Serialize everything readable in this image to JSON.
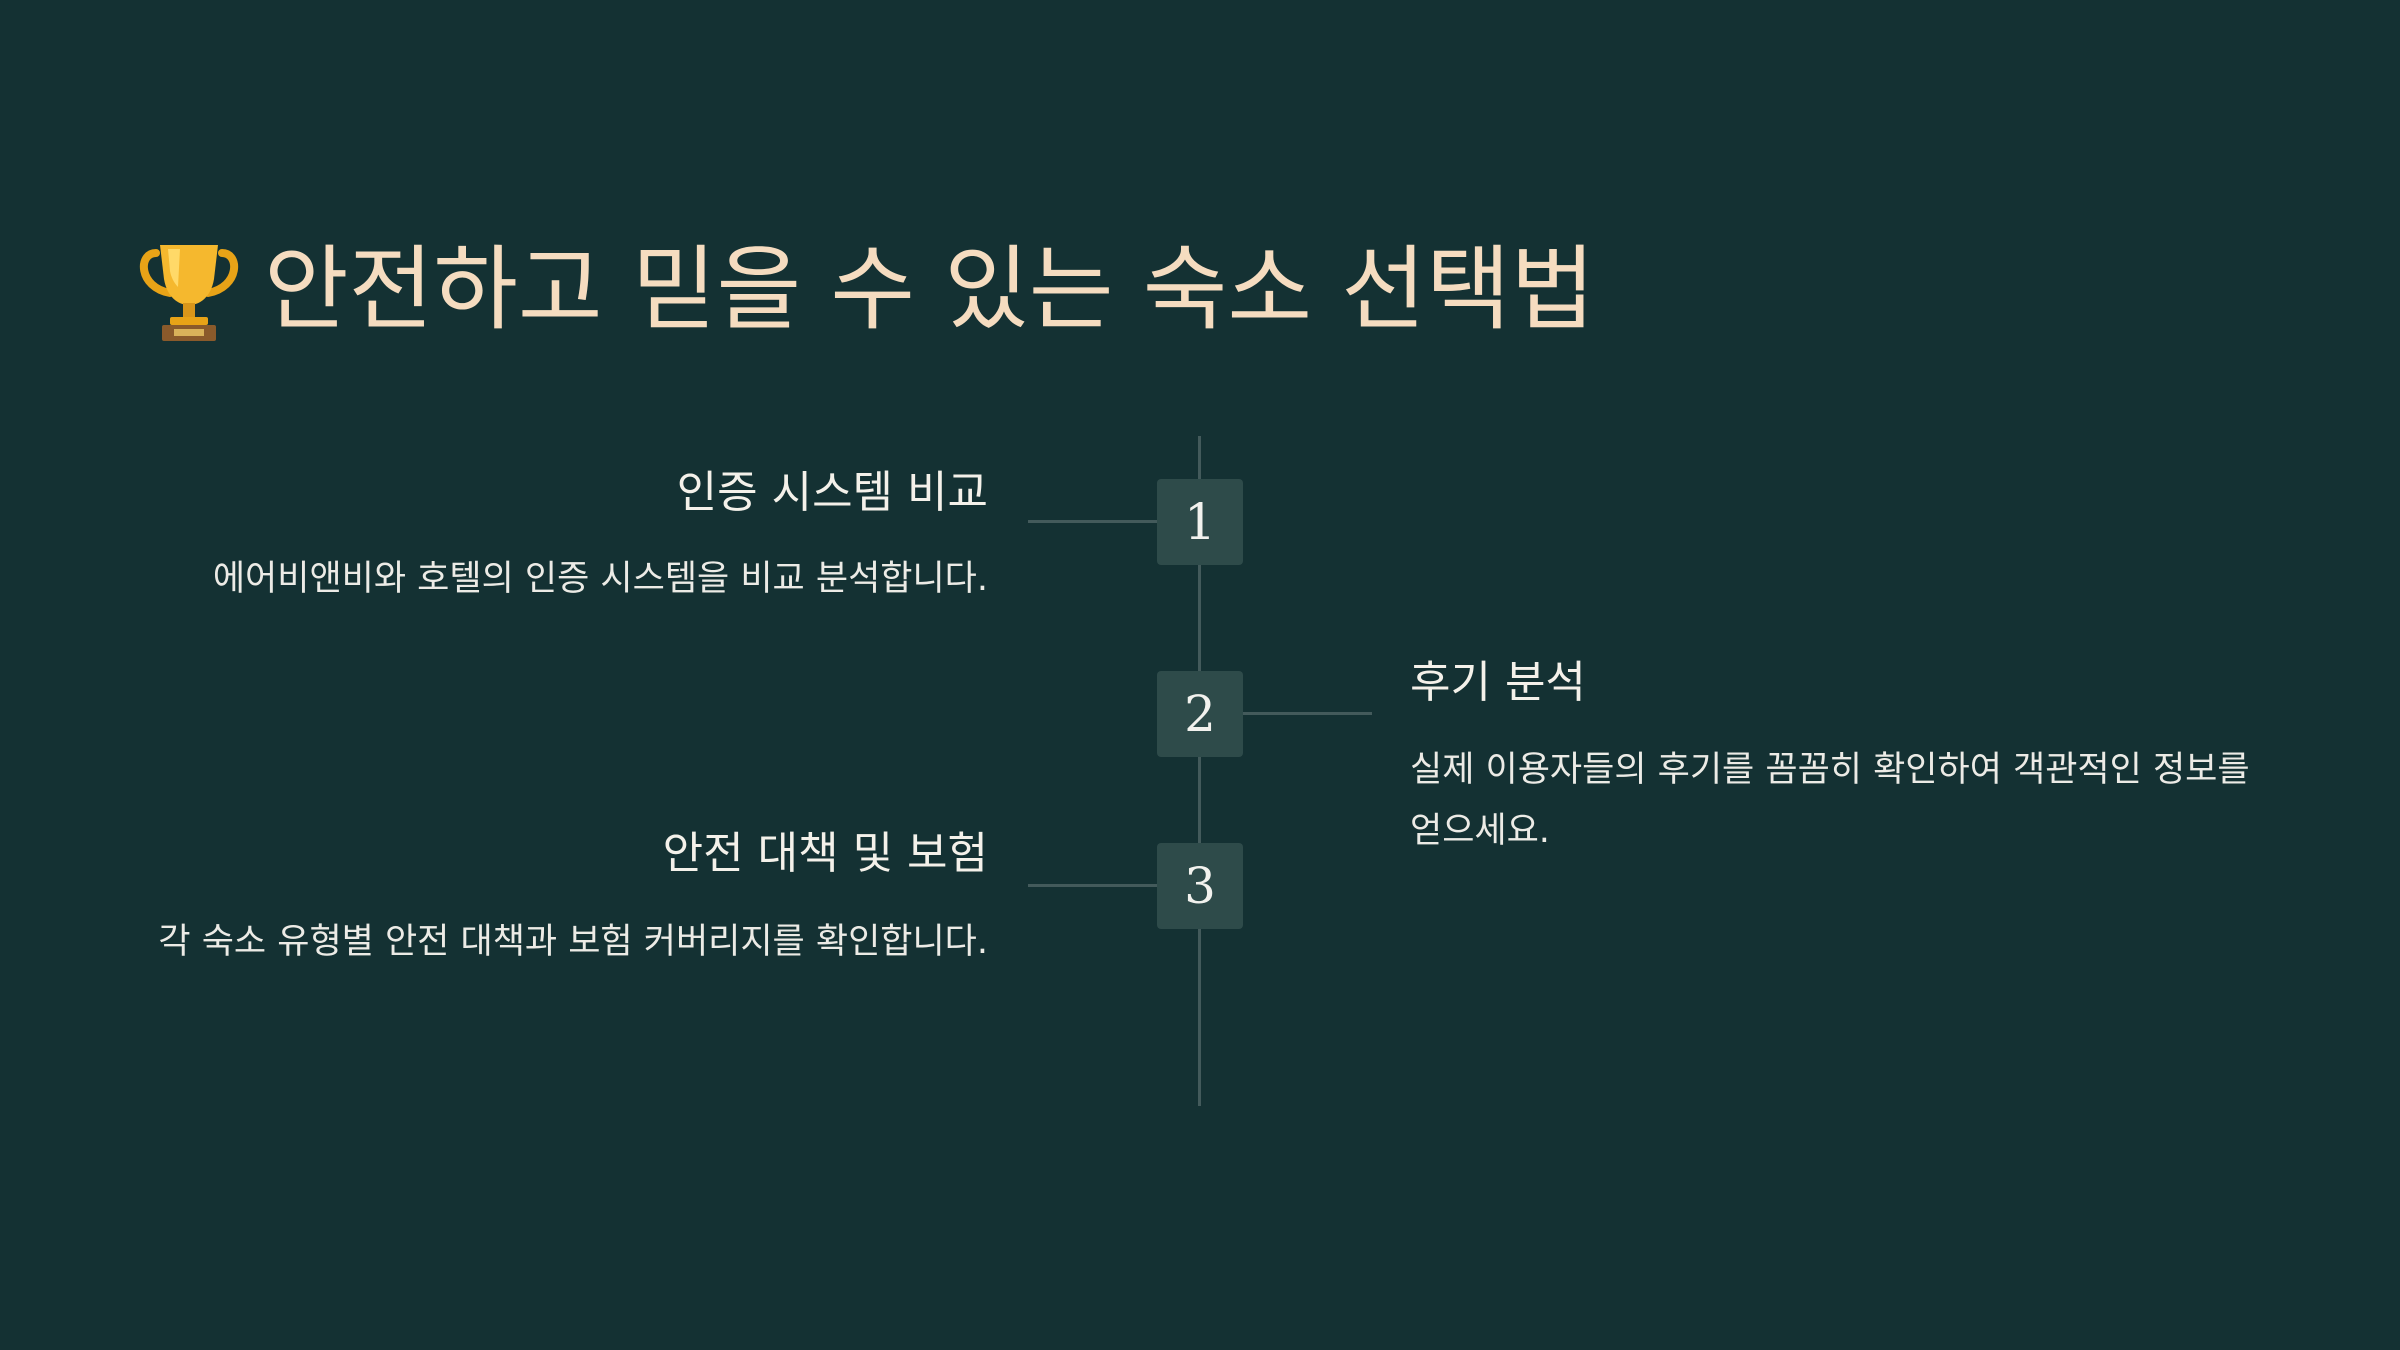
{
  "title": {
    "icon": "trophy-icon",
    "text": "안전하고 믿을 수 있는 숙소 선택법"
  },
  "steps": [
    {
      "number": "1",
      "title": "인증 시스템 비교",
      "description": "에어비앤비와 호텔의 인증 시스템을 비교 분석합니다."
    },
    {
      "number": "2",
      "title": "후기 분석",
      "description": "실제 이용자들의 후기를 꼼꼼히 확인하여 객관적인 정보를 얻으세요."
    },
    {
      "number": "3",
      "title": "안전 대책 및 보험",
      "description": "각 숙소 유형별 안전 대책과 보험 커버리지를 확인합니다."
    }
  ],
  "colors": {
    "background": "#143133",
    "title": "#f5dcc0",
    "box": "#2e4b4a",
    "line": "#435a5b",
    "text": "#f4f1ea"
  }
}
